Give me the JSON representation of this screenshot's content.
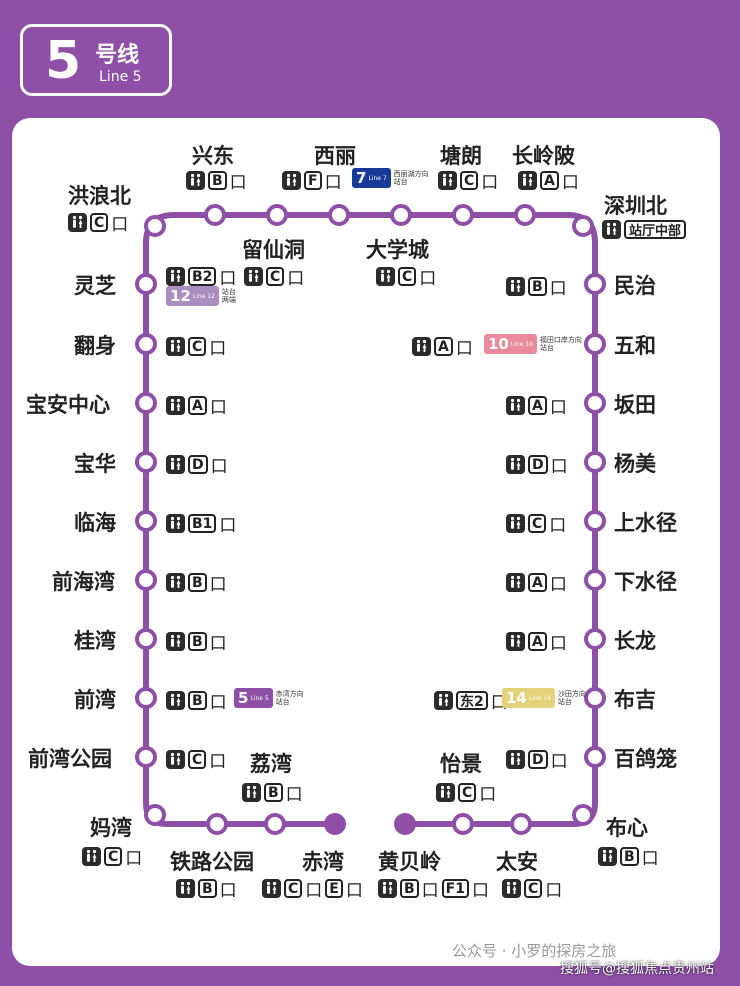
{
  "header": {
    "number": "5",
    "title": "号线",
    "subtitle": "Line 5"
  },
  "colors": {
    "line": "#8e4fa6",
    "line7": "#1a3a9a",
    "line12": "#a88fbf",
    "line10": "#e88a9a",
    "line14": "#e4d27a"
  },
  "stations": [
    {
      "name": "洪浪北",
      "exits": [
        "C"
      ]
    },
    {
      "name": "兴东",
      "exits": [
        "B"
      ]
    },
    {
      "name": "留仙洞",
      "exits": [
        "C"
      ]
    },
    {
      "name": "西丽",
      "exits": [
        "F"
      ],
      "transfer": {
        "line": "7",
        "line_en": "Line 7",
        "direction": [
          "西丽湖方向",
          "站台"
        ]
      }
    },
    {
      "name": "大学城",
      "exits": [
        "C"
      ]
    },
    {
      "name": "塘朗",
      "exits": [
        "C"
      ]
    },
    {
      "name": "长岭陂",
      "exits": [
        "A"
      ]
    },
    {
      "name": "深圳北",
      "exit_text": "站厅中部"
    },
    {
      "name": "民治",
      "exits": [
        "B"
      ]
    },
    {
      "name": "五和",
      "exits": [
        "A"
      ],
      "transfer": {
        "line": "10",
        "line_en": "Line 10",
        "direction": [
          "福田口岸方向",
          "站台"
        ]
      }
    },
    {
      "name": "坂田",
      "exits": [
        "A"
      ]
    },
    {
      "name": "杨美",
      "exits": [
        "D"
      ]
    },
    {
      "name": "上水径",
      "exits": [
        "C"
      ]
    },
    {
      "name": "下水径",
      "exits": [
        "A"
      ]
    },
    {
      "name": "长龙",
      "exits": [
        "A"
      ]
    },
    {
      "name": "布吉",
      "exits": [
        "东2"
      ],
      "transfer": {
        "line": "14",
        "line_en": "Line 14",
        "direction": [
          "沙田方向",
          "站台"
        ]
      }
    },
    {
      "name": "百鸽笼",
      "exits": [
        "D"
      ]
    },
    {
      "name": "布心",
      "exits": [
        "B"
      ]
    },
    {
      "name": "太安",
      "exits": [
        "C"
      ]
    },
    {
      "name": "怡景",
      "exits": [
        "C"
      ]
    },
    {
      "name": "黄贝岭",
      "exits": [
        "B",
        "F1"
      ]
    },
    {
      "name": "赤湾",
      "exits": [
        "C",
        "E"
      ]
    },
    {
      "name": "荔湾",
      "exits": [
        "B"
      ]
    },
    {
      "name": "铁路公园",
      "exits": [
        "B"
      ]
    },
    {
      "name": "妈湾",
      "exits": [
        "C"
      ]
    },
    {
      "name": "前湾公园",
      "exits": [
        "C"
      ]
    },
    {
      "name": "前湾",
      "exits": [
        "B"
      ],
      "transfer": {
        "line": "5",
        "line_en": "Line 5",
        "direction": [
          "赤湾方向",
          "站台"
        ]
      }
    },
    {
      "name": "桂湾",
      "exits": [
        "B"
      ]
    },
    {
      "name": "前海湾",
      "exits": [
        "B"
      ]
    },
    {
      "name": "临海",
      "exits": [
        "B1"
      ]
    },
    {
      "name": "宝华",
      "exits": [
        "D"
      ]
    },
    {
      "name": "宝安中心",
      "exits": [
        "A"
      ]
    },
    {
      "name": "翻身",
      "exits": [
        "C"
      ]
    },
    {
      "name": "灵芝",
      "exits": [
        "B2"
      ],
      "transfer": {
        "line": "12",
        "line_en": "Line 12",
        "direction": [
          "站台",
          "两端"
        ]
      }
    }
  ],
  "exit_suffix": "口",
  "watermark": "公众号 · 小罗的探房之旅",
  "watermark2": "搜狐号@搜狐焦点贵州站"
}
